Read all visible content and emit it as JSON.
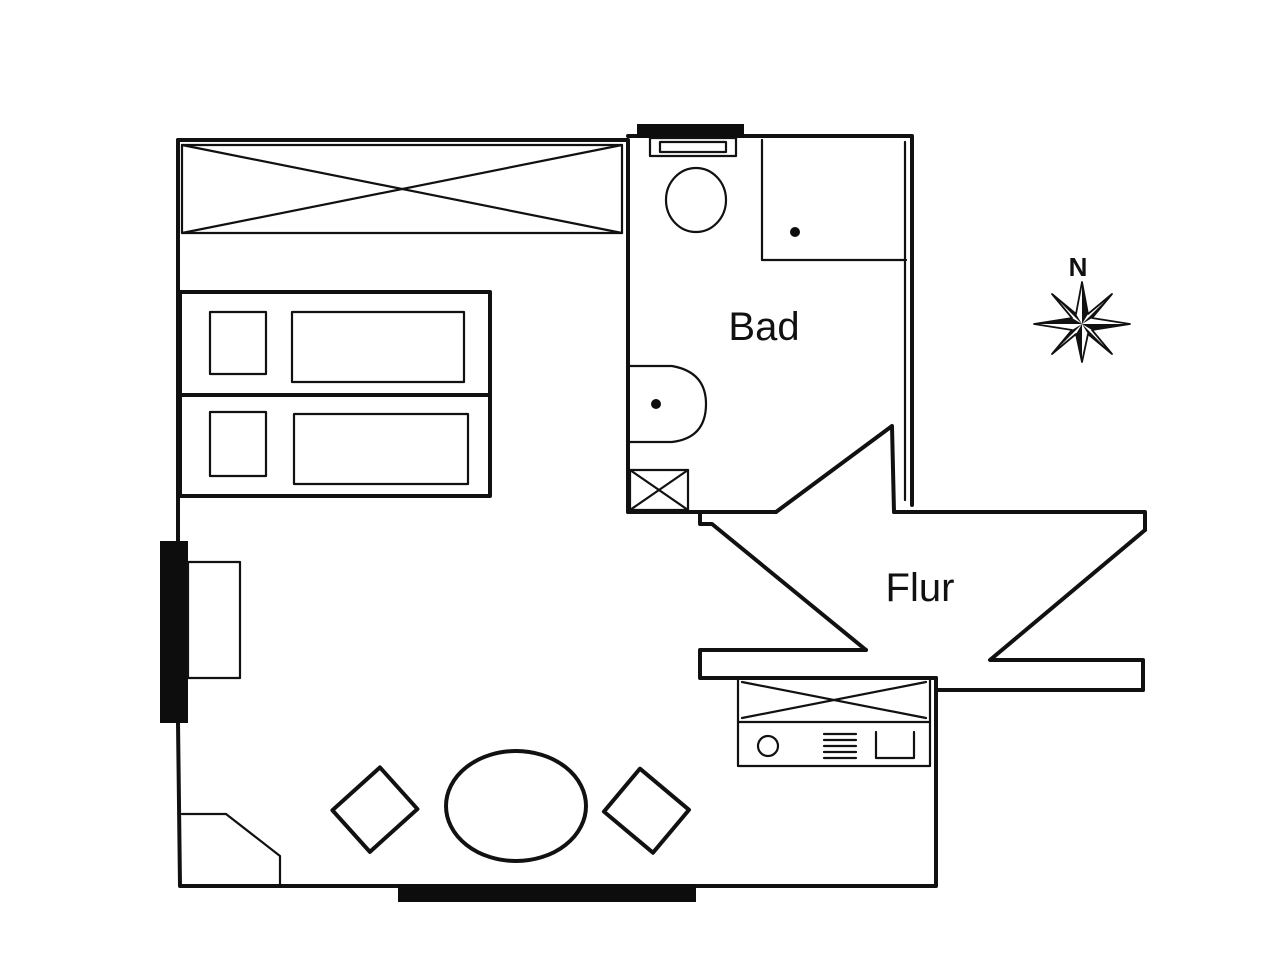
{
  "rooms": {
    "bathroom": "Bad",
    "hallway": "Flur"
  },
  "compass": {
    "north_label": "N"
  },
  "colors": {
    "line": "#111111",
    "background": "#ffffff"
  }
}
